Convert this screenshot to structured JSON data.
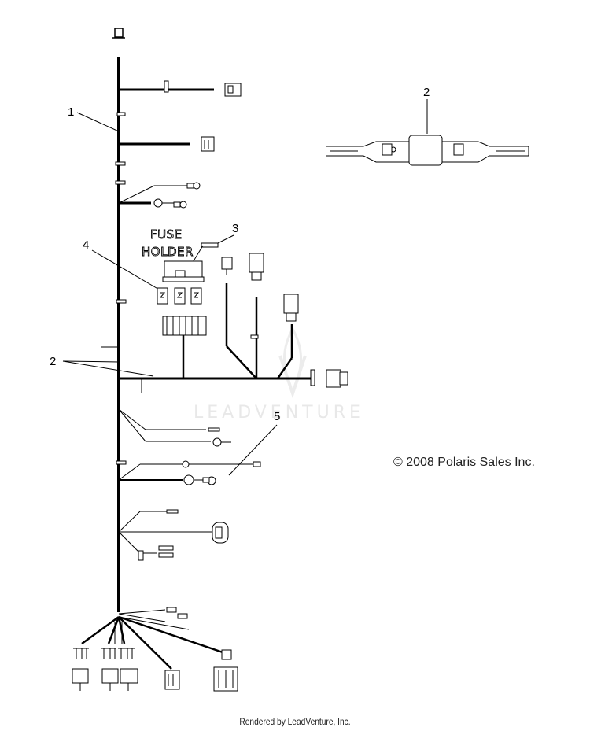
{
  "diagram": {
    "callouts": {
      "c1": "1",
      "c2_upper": "2",
      "c2_left": "2",
      "c3": "3",
      "c4": "4",
      "c5": "5"
    },
    "fuse_holder_label": {
      "line1": "FUSE",
      "line2": "HOLDER"
    },
    "watermark": "LEADVENTURE",
    "copyright": "© 2008 Polaris Sales Inc.",
    "footer": "Rendered by LeadVenture, Inc."
  }
}
